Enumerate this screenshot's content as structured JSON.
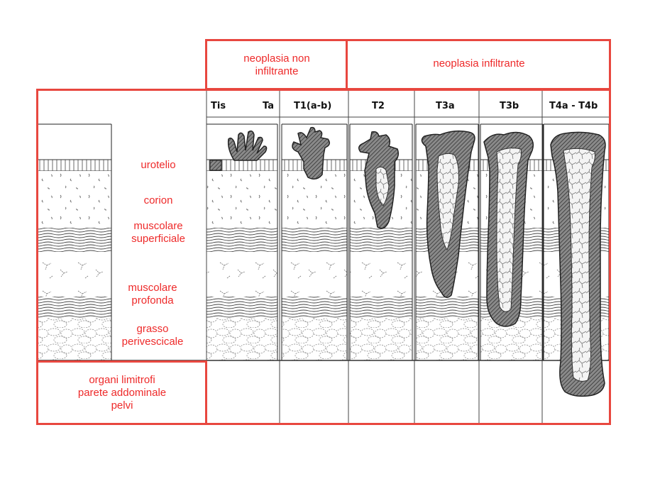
{
  "headers": {
    "non_infiltrating": [
      "neoplasia non",
      "infiltrante"
    ],
    "infiltrating": "neoplasia infiltrante"
  },
  "stages": [
    "Tis",
    "Ta",
    "T1(a-b)",
    "T2",
    "T3a",
    "T3b",
    "T4a - T4b"
  ],
  "layers": {
    "urotelio": "urotelio",
    "corion": "corion",
    "muscolare_superficiale": [
      "muscolare",
      "superficiale"
    ],
    "muscolare_profonda": [
      "muscolare",
      "profonda"
    ],
    "grasso_perivescicale": [
      "grasso",
      "perivescicale"
    ]
  },
  "bottom_label": [
    "organi limitrofi",
    "parete addominale",
    "pelvi"
  ],
  "colors": {
    "frame": "#e8473f",
    "text": "#ee2a2a",
    "tumor": "#555555"
  }
}
